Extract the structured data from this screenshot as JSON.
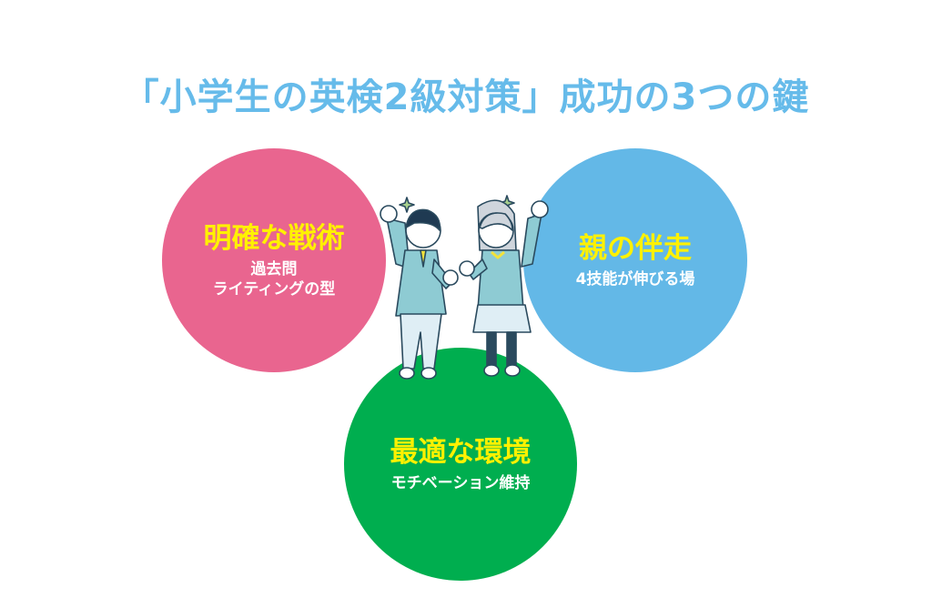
{
  "title": "「小学生の英検2級対策」成功の3つの鍵",
  "keys": [
    {
      "heading": "明確な戦術",
      "lines": [
        "過去問",
        "ライティングの型"
      ],
      "color": "#E9658F"
    },
    {
      "heading": "親の伴走",
      "lines": [
        "4技能が伸びる場"
      ],
      "color": "#63B8E7"
    },
    {
      "heading": "最適な環境",
      "lines": [
        "モチベーション維持"
      ],
      "color": "#00AE4F"
    }
  ],
  "illustration": "cheering-students-icon"
}
